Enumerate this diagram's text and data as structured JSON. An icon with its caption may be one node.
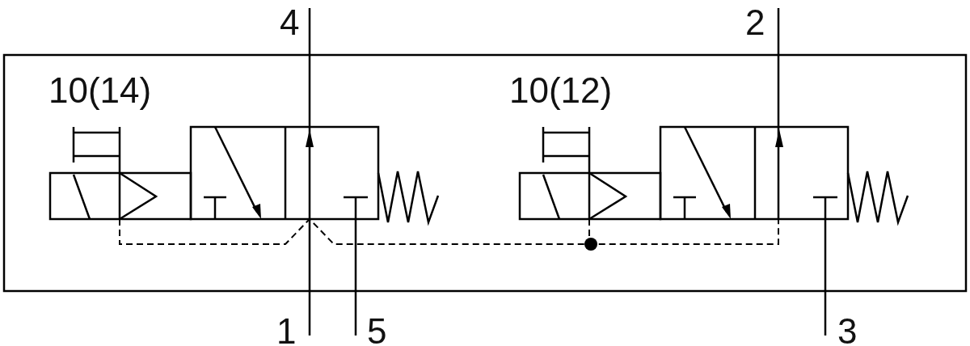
{
  "diagram": {
    "labels": [
      "4",
      "2",
      "10(14)",
      "10(12)",
      "1",
      "5",
      "3"
    ]
  }
}
